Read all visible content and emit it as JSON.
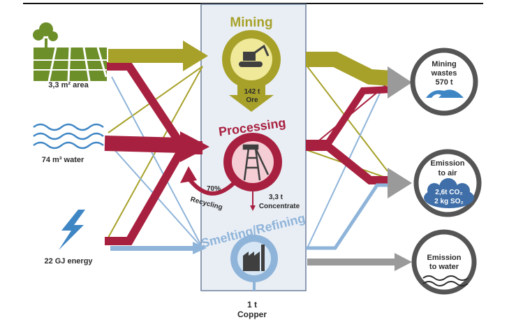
{
  "inputs": {
    "area": "3,3 m² area",
    "water": "74 m³ water",
    "energy": "22 GJ energy"
  },
  "stages": {
    "mining": "Mining",
    "processing": "Processing",
    "smelting": "Smelting/Refining"
  },
  "flows": {
    "ore_amount": "142 t",
    "ore_label": "Ore",
    "recycling_pct": "70%",
    "recycling_label": "Recycling",
    "concentrate_amount": "3,3 t",
    "concentrate_label": "Concentrate",
    "copper_amount": "1 t",
    "copper_label": "Copper"
  },
  "outputs": {
    "wastes_line1": "Mining",
    "wastes_line2": "wastes",
    "wastes_amount": "570 t",
    "air_line1": "Emission",
    "air_line2": "to air",
    "air_co2": "2,6t CO₂",
    "air_so2": "2 kg SO₂",
    "water_line1": "Emission",
    "water_line2": "to water"
  },
  "colors": {
    "olive": "#a7a12a",
    "crimson": "#a8203f",
    "blue": "#8fb4d9",
    "gray": "#9a9a9a",
    "dark": "#3f3f3f",
    "green": "#6c8f2a",
    "waterblue": "#3f86c4"
  },
  "icons": [
    "field-icon",
    "waves-icon",
    "lightning-icon",
    "excavator-icon",
    "headframe-icon",
    "factory-icon",
    "waste-heap-icon",
    "cloud-icon",
    "water-waves-icon"
  ]
}
